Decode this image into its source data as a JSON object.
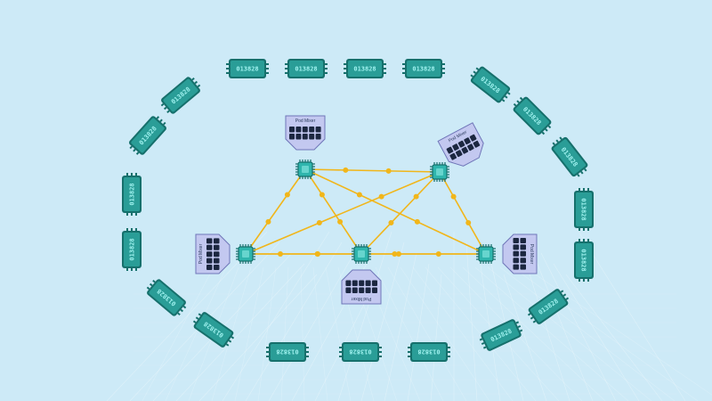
{
  "colors": {
    "background": "#cdeaf7",
    "chip_fill": "#2a9d97",
    "chip_edge": "#16706c",
    "chip_text": "#9ff2ef",
    "link": "#f1b61a",
    "node_fill": "#2fb5ad",
    "card_fill": "#c3c8f0",
    "card_edge": "#6f76b8"
  },
  "ring_chip_label": "013828",
  "module_label": "Pod Mixer",
  "hub_nodes": [
    {
      "id": "top-left"
    },
    {
      "id": "top-right"
    },
    {
      "id": "left"
    },
    {
      "id": "bottom-middle"
    },
    {
      "id": "right"
    }
  ],
  "links": [
    [
      "top-left",
      "top-right"
    ],
    [
      "top-left",
      "left"
    ],
    [
      "top-left",
      "bottom-middle"
    ],
    [
      "top-left",
      "right"
    ],
    [
      "top-right",
      "left"
    ],
    [
      "top-right",
      "bottom-middle"
    ],
    [
      "top-right",
      "right"
    ],
    [
      "left",
      "bottom-middle"
    ],
    [
      "left",
      "right"
    ],
    [
      "bottom-middle",
      "right"
    ]
  ],
  "module_cards": [
    {
      "hub": "top-left"
    },
    {
      "hub": "top-right"
    },
    {
      "hub": "left"
    },
    {
      "hub": "bottom-middle"
    },
    {
      "hub": "right"
    }
  ]
}
